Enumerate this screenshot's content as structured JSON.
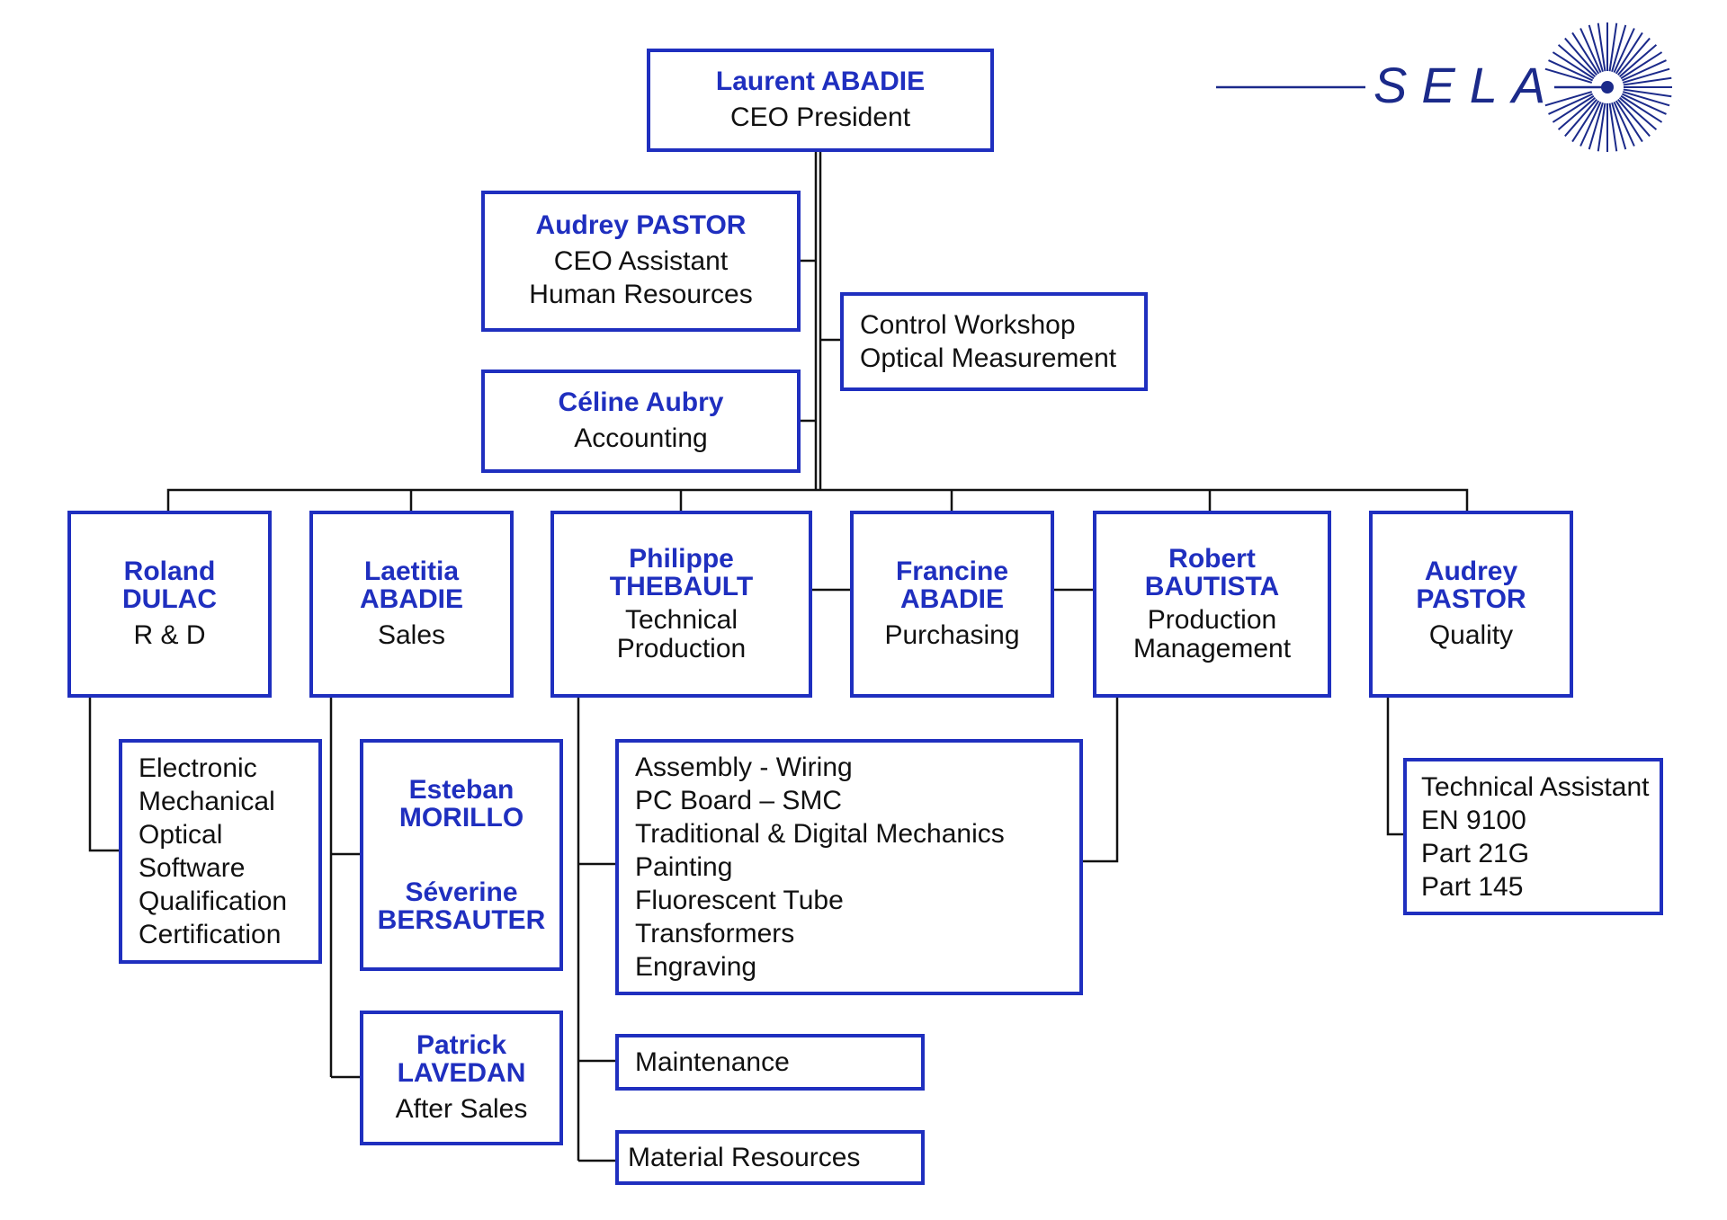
{
  "logo": {
    "text": "SELA",
    "color": "#1b2a8a",
    "icon": "sunburst-logo-icon"
  },
  "colors": {
    "box_border": "#1f2fbf",
    "name_text": "#1f2fbf",
    "connector": "#111111"
  },
  "ceo": {
    "name": "Laurent ABADIE",
    "role": "CEO President"
  },
  "assistant": {
    "name": "Audrey PASTOR",
    "role_line1": "CEO Assistant",
    "role_line2": "Human Resources"
  },
  "accounting": {
    "name": "Céline Aubry",
    "role": "Accounting"
  },
  "control": {
    "line1": "Control Workshop",
    "line2": "Optical Measurement"
  },
  "departments": {
    "rd": {
      "name_line1": "Roland",
      "name_line2": "DULAC",
      "role": "R & D"
    },
    "sales": {
      "name_line1": "Laetitia",
      "name_line2": "ABADIE",
      "role": "Sales"
    },
    "technical": {
      "name_line1": "Philippe",
      "name_line2": "THEBAULT",
      "role_line1": "Technical",
      "role_line2": "Production"
    },
    "purchasing": {
      "name_line1": "Francine",
      "name_line2": "ABADIE",
      "role": "Purchasing"
    },
    "production": {
      "name_line1": "Robert",
      "name_line2": "BAUTISTA",
      "role_line1": "Production",
      "role_line2": "Management"
    },
    "quality": {
      "name_line1": "Audrey",
      "name_line2": "PASTOR",
      "role": "Quality"
    }
  },
  "rd_list": [
    "Electronic",
    "Mechanical",
    "Optical",
    "Software",
    "Qualification",
    "Certification"
  ],
  "sales_team": {
    "person1": {
      "line1": "Esteban",
      "line2": "MORILLO"
    },
    "person2": {
      "line1": "Séverine",
      "line2": "BERSAUTER"
    }
  },
  "after_sales": {
    "name_line1": "Patrick",
    "name_line2": "LAVEDAN",
    "role": "After Sales"
  },
  "production_list": [
    "Assembly - Wiring",
    "PC Board – SMC",
    "Traditional & Digital Mechanics",
    "Painting",
    "Fluorescent Tube",
    "Transformers",
    "Engraving"
  ],
  "maintenance": "Maintenance",
  "material": "Material Resources",
  "quality_list": [
    "Technical Assistant",
    "EN 9100",
    "Part 21G",
    "Part 145"
  ]
}
